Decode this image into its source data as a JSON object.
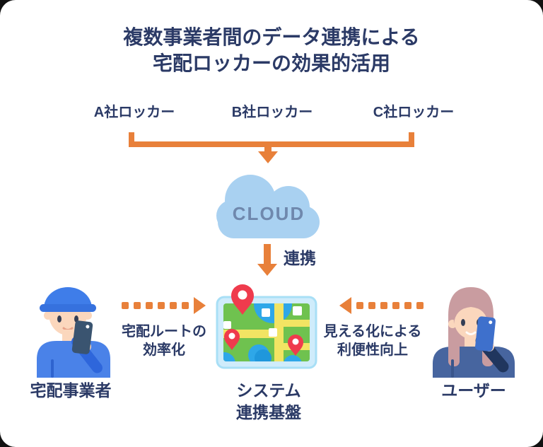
{
  "title": {
    "line1": "複数事業者間のデータ連携による",
    "line2": "宅配ロッカーの効果的活用"
  },
  "lockers": [
    {
      "label": "A社ロッカー"
    },
    {
      "label": "B社ロッカー"
    },
    {
      "label": "C社ロッカー"
    }
  ],
  "cloud": {
    "label": "CLOUD"
  },
  "linkage": {
    "label": "連携"
  },
  "left_flow": {
    "line1": "宅配ルートの",
    "line2": "効率化"
  },
  "right_flow": {
    "line1": "見える化による",
    "line2": "利便性向上"
  },
  "actors": {
    "courier": "宅配事業者",
    "platform_line1": "システム",
    "platform_line2": "連携基盤",
    "user": "ユーザー"
  },
  "colors": {
    "accent": "#E8803A",
    "text": "#2B3A66",
    "cloud_fill": "#A9D1F1",
    "cloud_text": "#6F88AD",
    "map_green": "#6FC24F",
    "map_road": "#F2E463",
    "map_water": "#2EA7E8",
    "pin_red": "#EF3B4D"
  },
  "icons": [
    "bracket-connector-icon",
    "down-arrow-icon",
    "cloud-icon",
    "map-icon",
    "delivery-person-icon",
    "user-icon",
    "dashed-arrow-icon"
  ]
}
